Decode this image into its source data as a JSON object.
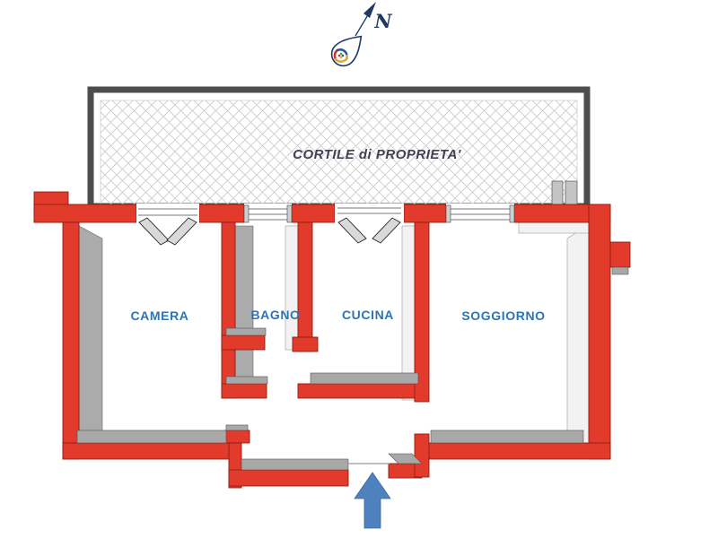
{
  "compass": {
    "north_label": "N"
  },
  "courtyard": {
    "label": "CORTILE di PROPRIETA'"
  },
  "rooms": [
    {
      "label": "CAMERA"
    },
    {
      "label": "BAGNO"
    },
    {
      "label": "CUCINA"
    },
    {
      "label": "SOGGIORNO"
    }
  ],
  "entrance": {
    "direction": "up"
  },
  "colors": {
    "wall_red": "#e23a2b",
    "wall_gray": "#a8a8a8",
    "room_label_blue": "#2e74b5",
    "courtyard_text": "#3f4255",
    "courtyard_border": "#4d4d4d",
    "hatch_line": "#c9c9c9",
    "entrance_arrow_blue": "#4e81bd",
    "compass_navy": "#1f3864",
    "logo_red": "#c53a2e",
    "logo_blue": "#2f5496",
    "logo_yellow": "#e2a72e",
    "logo_green": "#4e9a3c"
  }
}
